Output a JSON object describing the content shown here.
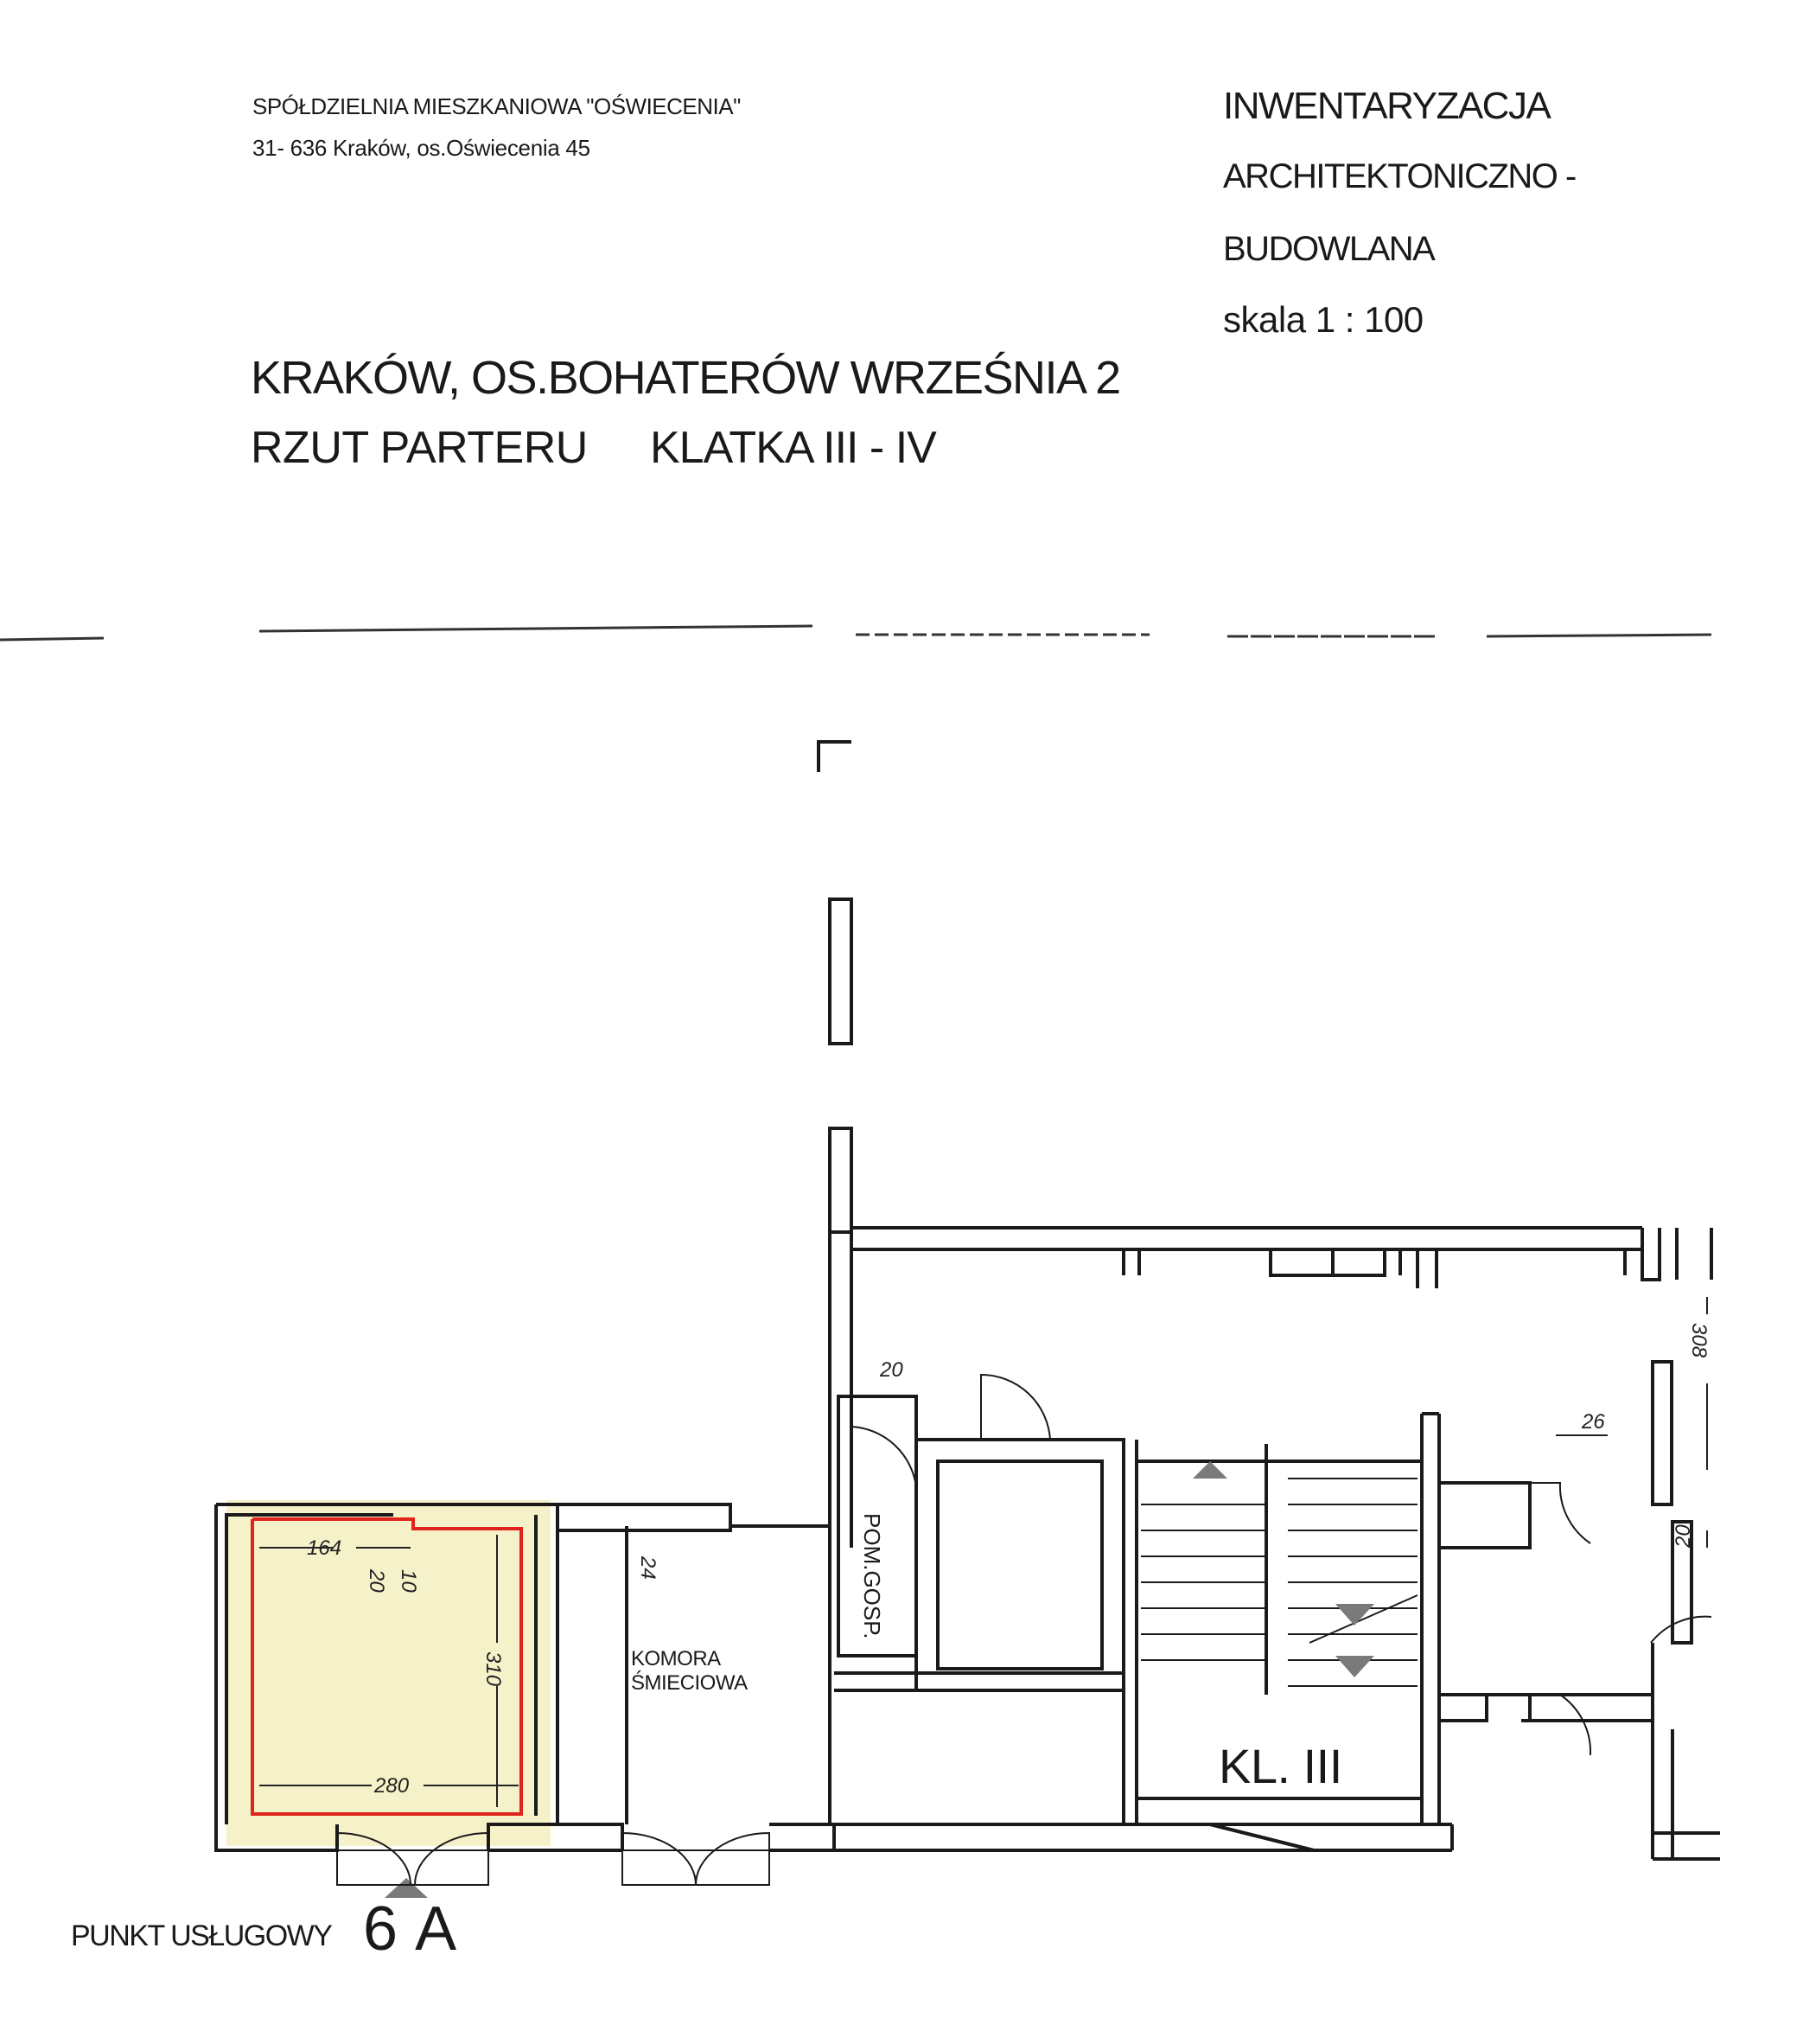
{
  "header": {
    "cooperative_name": "SPÓŁDZIELNIA MIESZKANIOWA \"OŚWIECENIA\"",
    "cooperative_address": "31- 636 Kraków,  os.Oświecenia 45"
  },
  "document_type": {
    "line1": "INWENTARYZACJA",
    "line2": "ARCHITEKTONICZNO -",
    "line3": "BUDOWLANA",
    "scale": "skala  1 : 100"
  },
  "location": {
    "address": "KRAKÓW, OS.BOHATERÓW  WRZEŚNIA  2",
    "plan_title": "RZUT  PARTERU",
    "staircase": "KLATKA  III - IV"
  },
  "plan": {
    "room_name": "KOMORA\nŚMIECIOWA",
    "utility_room": "POM.GOSP.",
    "staircase_label": "KL. III",
    "dimensions": {
      "width_top": "164",
      "offset_a": "20",
      "offset_b": "10",
      "depth": "310",
      "width_bottom": "280",
      "wall_a": "24",
      "wall_b": "20",
      "wall_c": "26",
      "right_height": "308",
      "right_small": "20"
    }
  },
  "unit": {
    "label": "PUNKT USŁUGOWY",
    "code": "6 A"
  },
  "colors": {
    "highlight_outline": "#e0231c",
    "highlight_fill": "#f5f1c8",
    "ink": "#1a1a1a"
  }
}
